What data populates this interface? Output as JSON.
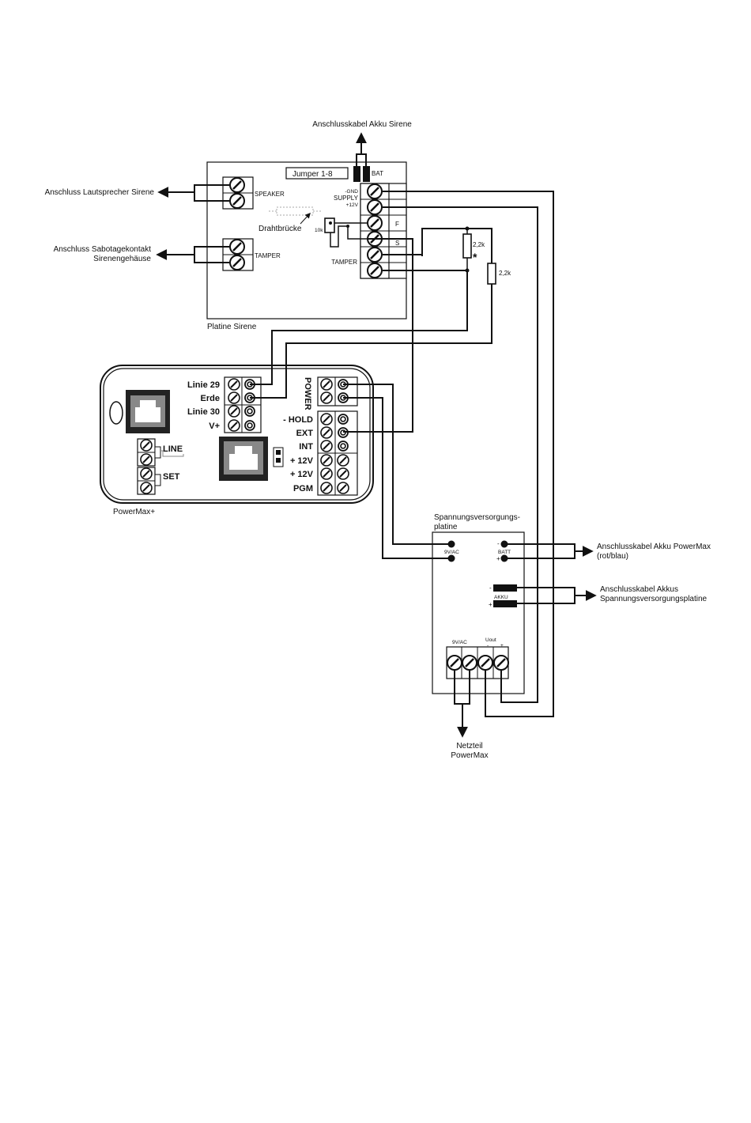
{
  "sirene": {
    "title": "Platine Sirene",
    "jumper": "Jumper 1-8",
    "bat": "BAT",
    "speaker": "SPEAKER",
    "tamper_left": "TAMPER",
    "gnd": "-GND",
    "supply": "SUPPLY",
    "plus12": "+12V",
    "f": "F",
    "s": "S",
    "tamper_right": "TAMPER",
    "resistor_10k": "10k",
    "drahtbruecke": "Drahtbrücke",
    "r22_a": "2,2k",
    "r22_b": "2,2k",
    "asterisk": "*"
  },
  "labels": {
    "akku_sirene": "Anschlusskabel Akku Sirene",
    "lautsprecher": "Anschluss Lautsprecher Sirene",
    "sabotage_1": "Anschluss Sabotagekontakt",
    "sabotage_2": "Sirenengehäuse"
  },
  "powermax": {
    "title": "PowerMax+",
    "linie29": "Linie 29",
    "erde": "Erde",
    "linie30": "Linie 30",
    "vplus": "V+",
    "power": "POWER",
    "hold": "- HOLD",
    "ext": "EXT",
    "int": "INT",
    "p12a": "+ 12V",
    "p12b": "+ 12V",
    "pgm": "PGM",
    "line": "LINE",
    "set": "SET"
  },
  "psu": {
    "title_1": "Spannungsversorgungs-",
    "title_2": "platine",
    "ac_top": "9V/AC",
    "batt": "BATT",
    "batt_minus": "-",
    "batt_plus": "+",
    "akku": "AKKU",
    "akku_minus": "-",
    "akku_plus": "+",
    "ac_bottom": "9V/AC",
    "uout": "Uout",
    "uout_minus": "-",
    "uout_plus": "+",
    "akku_pm_1": "Anschlusskabel Akku PowerMax",
    "akku_pm_2": "(rot/blau)",
    "akku_psu_1": "Anschlusskabel Akkus",
    "akku_psu_2": "Spannungsversorgungsplatine",
    "netzteil_1": "Netzteil",
    "netzteil_2": "PowerMax"
  }
}
